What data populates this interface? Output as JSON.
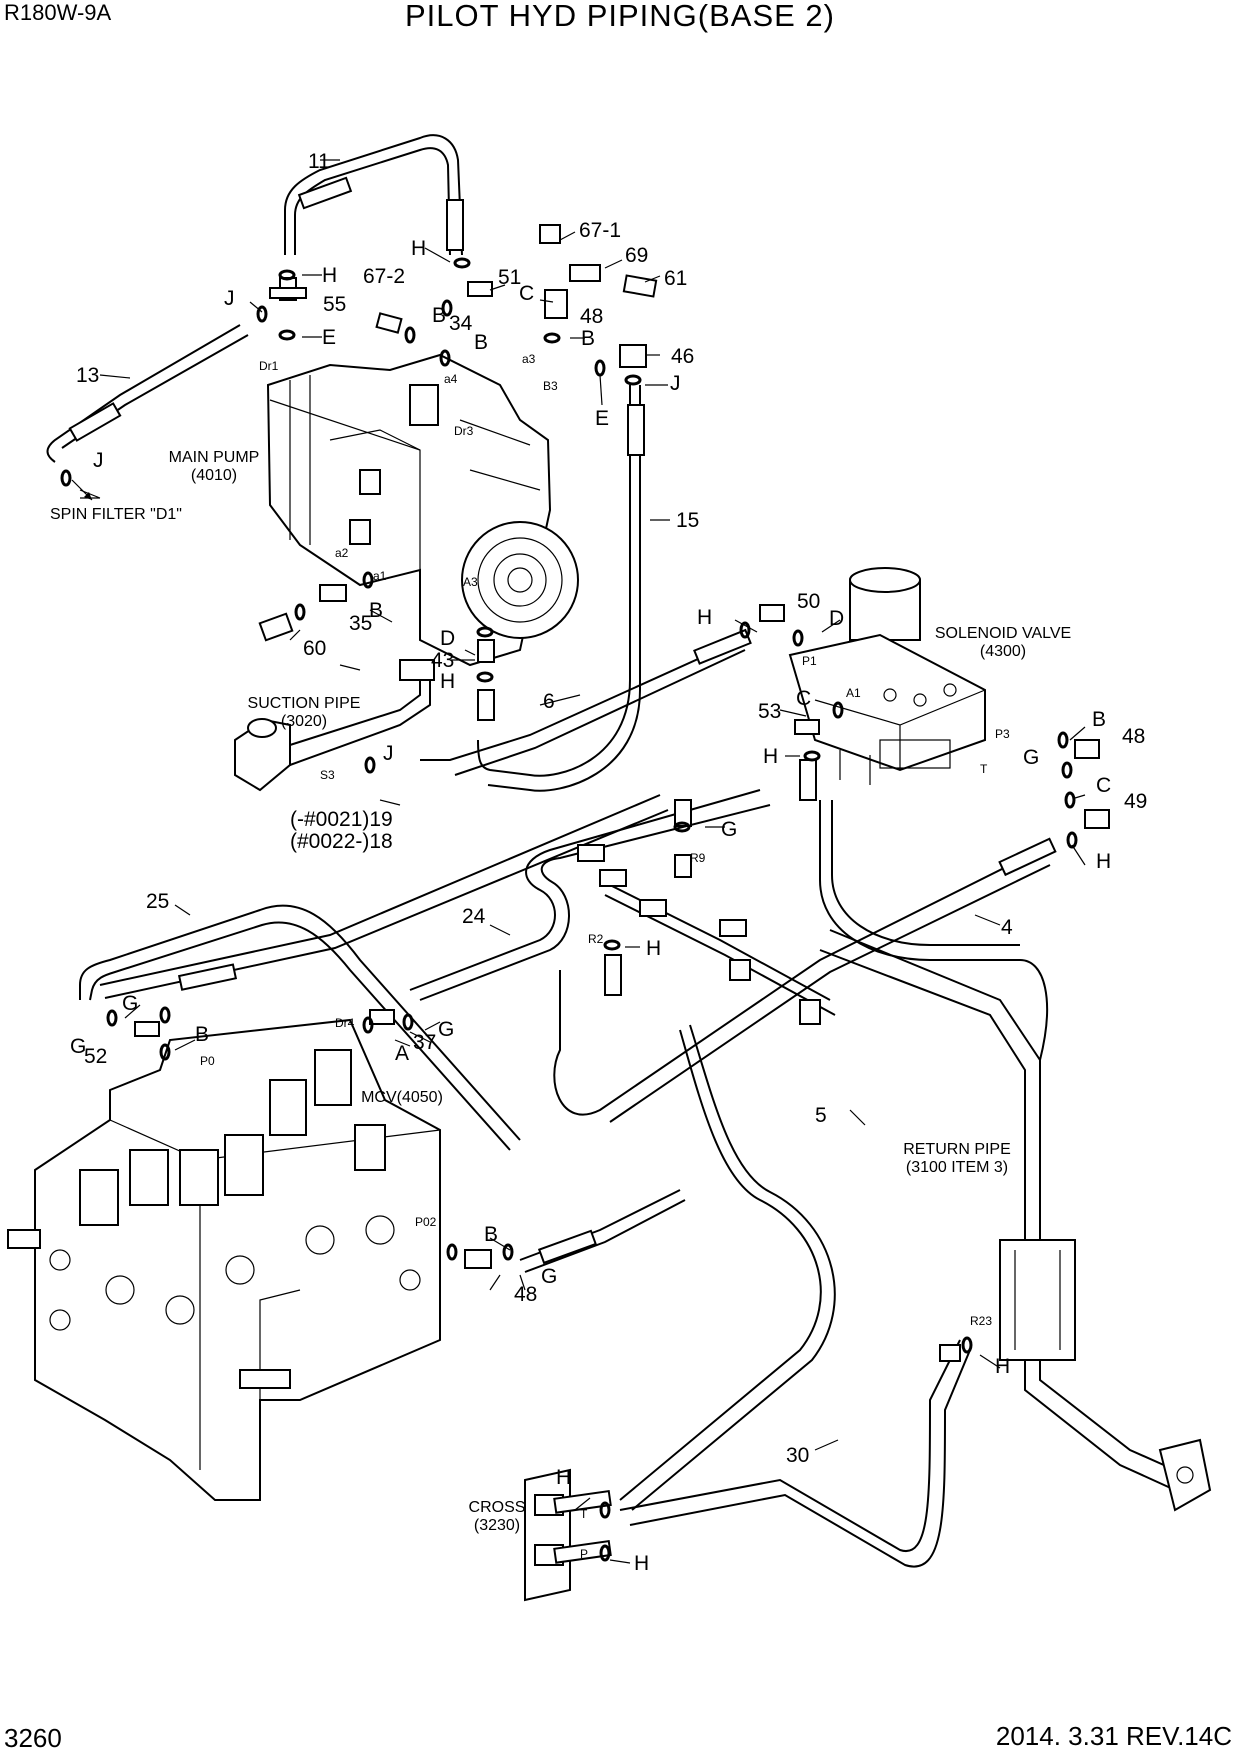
{
  "header": {
    "model": "R180W-9A",
    "title": "PILOT HYD PIPING(BASE 2)"
  },
  "footer": {
    "page_number": "3260",
    "revision": "2014. 3.31  REV.14C"
  },
  "components": {
    "main_pump": [
      "MAIN PUMP",
      "(4010)"
    ],
    "solenoid_valve": [
      "SOLENOID VALVE",
      "(4300)"
    ],
    "suction_pipe": [
      "SUCTION PIPE",
      "(3020)"
    ],
    "mcv": "MCV(4050)",
    "return_pipe": [
      "RETURN PIPE",
      "(3100 ITEM 3)"
    ],
    "cross": [
      "CROSS",
      "(3230)"
    ],
    "spin_filter": "SPIN FILTER \"D1\""
  },
  "part_labels": [
    "11",
    "H",
    "67-1",
    "69",
    "61",
    "J",
    "H",
    "55",
    "E",
    "67-2",
    "51",
    "C",
    "B",
    "34",
    "B",
    "48",
    "B",
    "46",
    "J",
    "13",
    "E",
    "J",
    "15",
    "50",
    "D",
    "H",
    "B",
    "35",
    "60",
    "43",
    "D",
    "H",
    "6",
    "53",
    "C",
    "B",
    "48",
    "H",
    "G",
    "C",
    "J",
    "49",
    "(-#0021)19",
    "(#0022-)18",
    "G",
    "H",
    "25",
    "24",
    "4",
    "R2",
    "H",
    "G",
    "B",
    "37",
    "G",
    "G",
    "A",
    "52",
    "5",
    "B",
    "G",
    "48",
    "H",
    "30",
    "H",
    "H"
  ],
  "port_labels": [
    "Dr1",
    "a4",
    "a3",
    "B3",
    "Dr3",
    "a2",
    "a1",
    "A3",
    "P1",
    "A1",
    "P3",
    "T",
    "S3",
    "R9",
    "Dr4",
    "P0",
    "P02",
    "R23",
    "T",
    "P"
  ]
}
